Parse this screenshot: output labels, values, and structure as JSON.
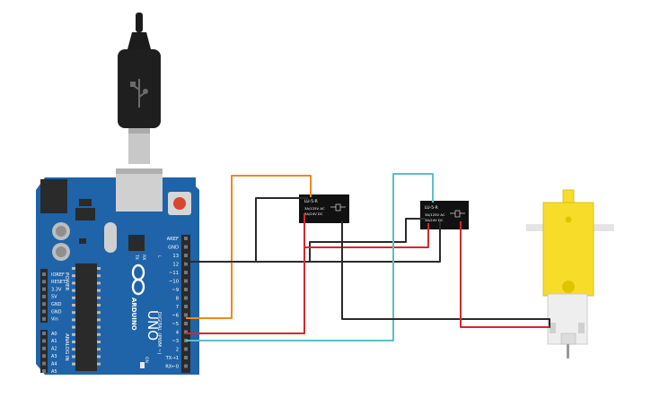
{
  "arduino": {
    "power_pins": [
      "IOREF",
      "RESET",
      "3.3V",
      "5V",
      "GND",
      "GND",
      "Vin"
    ],
    "analog_pins": [
      "A0",
      "A1",
      "A2",
      "A3",
      "A4",
      "A5"
    ],
    "digital_pins": [
      "AREF",
      "GND",
      "13",
      "12",
      "~11",
      "~10",
      "~9",
      "8",
      "7",
      "~6",
      "~5",
      "4",
      "~3",
      "2",
      "TX→1",
      "RX←0"
    ],
    "brand": "ARDUINO",
    "model": "UNO",
    "power_label": "POWER",
    "analog_label": "ANALOG IN",
    "digital_label": "DIGITAL (PWM ~)",
    "on_label": "ON",
    "led_labels": [
      "TX",
      "RX",
      "L"
    ],
    "board_color": "#1f63a8"
  },
  "relays": [
    {
      "part": "LU-5-R",
      "rating_ac": "3A/125V AC",
      "rating_dc": "3A/24V DC"
    },
    {
      "part": "LU-5-R",
      "rating_ac": "3A/125V AC",
      "rating_dc": "3A/24V DC"
    }
  ],
  "wires": {
    "orange": "#ef8a1e",
    "black": "#2a2a2a",
    "red": "#d8262c",
    "cyan": "#5bbfc7"
  },
  "motor": {
    "body_color": "#f7dd2a"
  }
}
